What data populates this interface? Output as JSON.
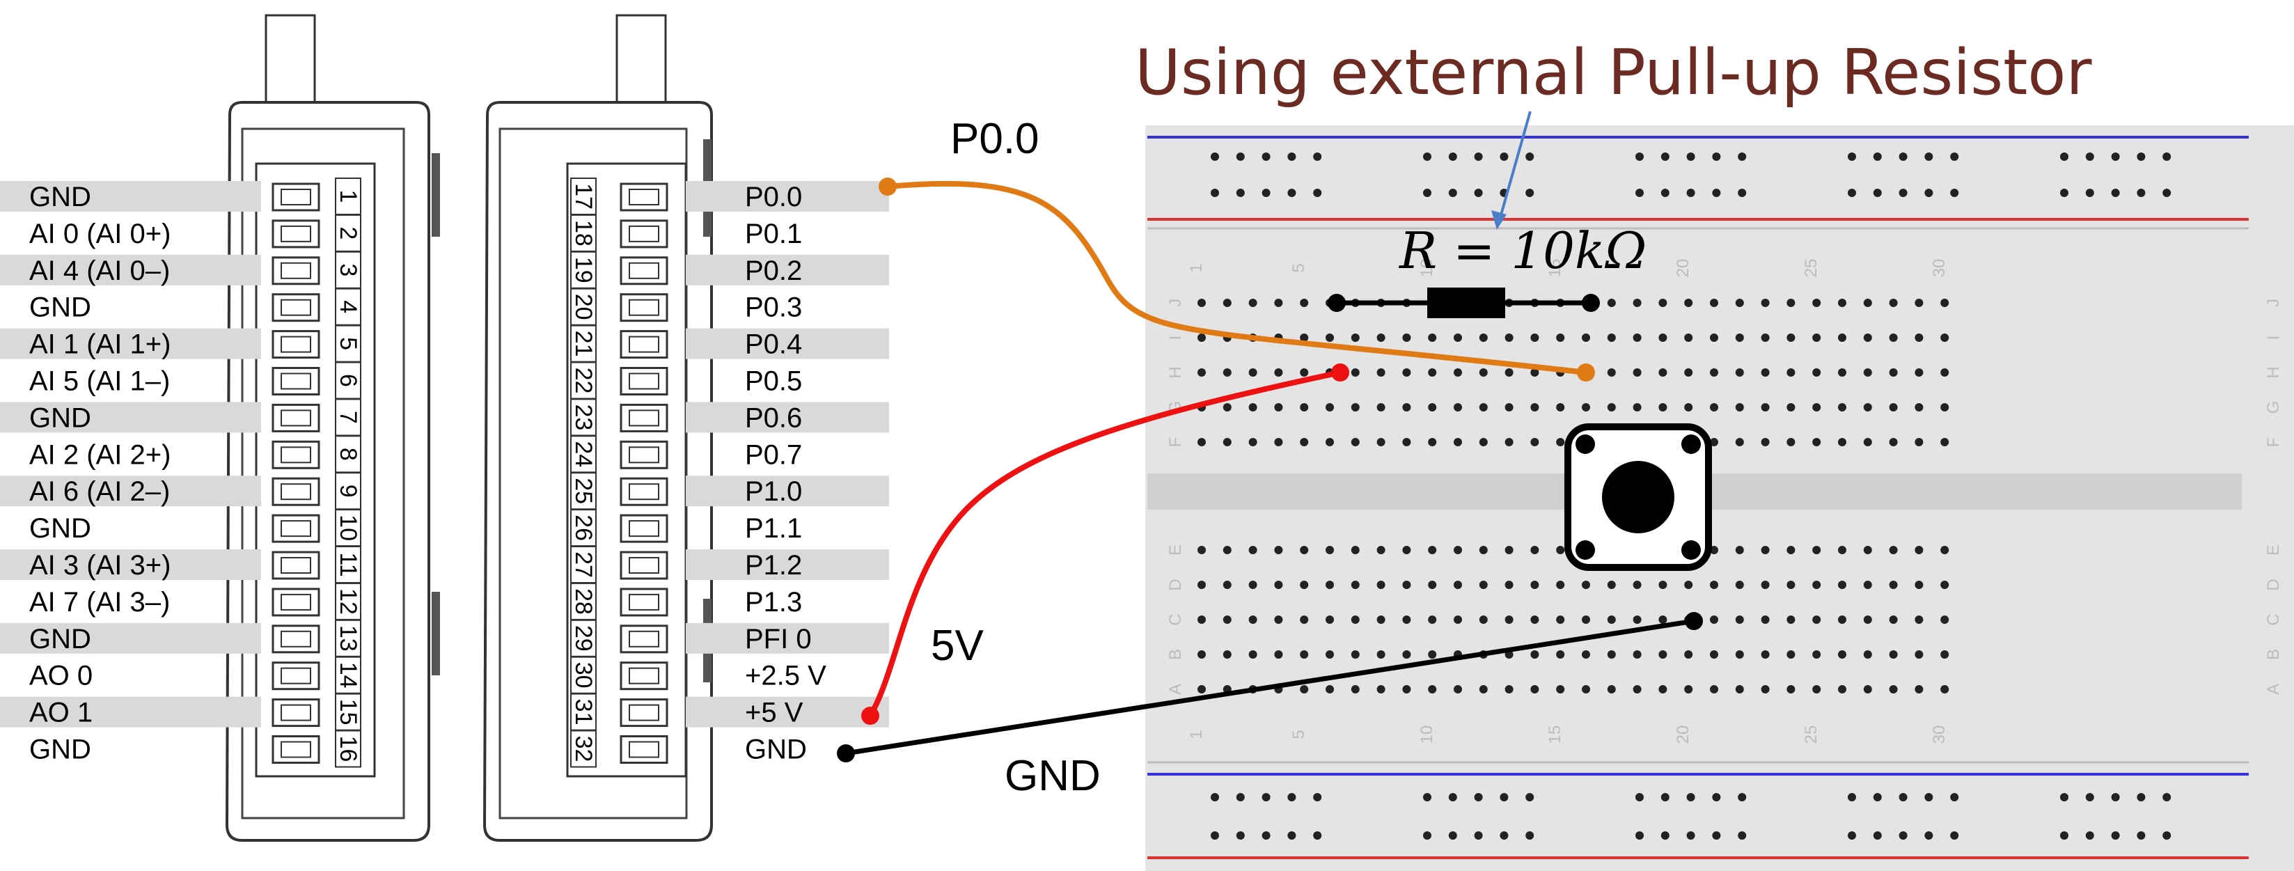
{
  "title": "Using external Pull-up Resistor",
  "resistor_label": "R = 10kΩ",
  "wire_labels": {
    "p00": "P0.0",
    "v5": "5V",
    "gnd": "GND"
  },
  "left_pins": [
    {
      "num": "1",
      "label": "GND"
    },
    {
      "num": "2",
      "label": "AI 0 (AI 0+)"
    },
    {
      "num": "3",
      "label": "AI 4 (AI 0–)"
    },
    {
      "num": "4",
      "label": "GND"
    },
    {
      "num": "5",
      "label": "AI 1 (AI 1+)"
    },
    {
      "num": "6",
      "label": "AI 5 (AI 1–)"
    },
    {
      "num": "7",
      "label": "GND"
    },
    {
      "num": "8",
      "label": "AI 2 (AI 2+)"
    },
    {
      "num": "9",
      "label": "AI 6 (AI 2–)"
    },
    {
      "num": "10",
      "label": "GND"
    },
    {
      "num": "11",
      "label": "AI 3 (AI 3+)"
    },
    {
      "num": "12",
      "label": "AI 7 (AI 3–)"
    },
    {
      "num": "13",
      "label": "GND"
    },
    {
      "num": "14",
      "label": "AO 0"
    },
    {
      "num": "15",
      "label": "AO 1"
    },
    {
      "num": "16",
      "label": "GND"
    }
  ],
  "right_pins": [
    {
      "num": "17",
      "label": "P0.0"
    },
    {
      "num": "18",
      "label": "P0.1"
    },
    {
      "num": "19",
      "label": "P0.2"
    },
    {
      "num": "20",
      "label": "P0.3"
    },
    {
      "num": "21",
      "label": "P0.4"
    },
    {
      "num": "22",
      "label": "P0.5"
    },
    {
      "num": "23",
      "label": "P0.6"
    },
    {
      "num": "24",
      "label": "P0.7"
    },
    {
      "num": "25",
      "label": "P1.0"
    },
    {
      "num": "26",
      "label": "P1.1"
    },
    {
      "num": "27",
      "label": "P1.2"
    },
    {
      "num": "28",
      "label": "P1.3"
    },
    {
      "num": "29",
      "label": "PFI 0"
    },
    {
      "num": "30",
      "label": "+2.5 V"
    },
    {
      "num": "31",
      "label": "+5 V"
    },
    {
      "num": "32",
      "label": "GND"
    }
  ],
  "breadboard": {
    "column_numbers": [
      "1",
      "5",
      "10",
      "15",
      "20",
      "25",
      "30"
    ],
    "row_letters_top": [
      "J",
      "I",
      "H",
      "G",
      "F"
    ],
    "row_letters_bottom": [
      "E",
      "D",
      "C",
      "B",
      "A"
    ]
  },
  "colors": {
    "title": "#6b2a22",
    "wire_p00": "#e07a14",
    "wire_5v": "#ee1111",
    "wire_gnd": "#000000",
    "rail_blue": "#3333dd",
    "rail_red": "#dd3333",
    "arrow": "#4a7fc8",
    "board": "#e4e4e4",
    "label_band": "#d9d9d9"
  }
}
